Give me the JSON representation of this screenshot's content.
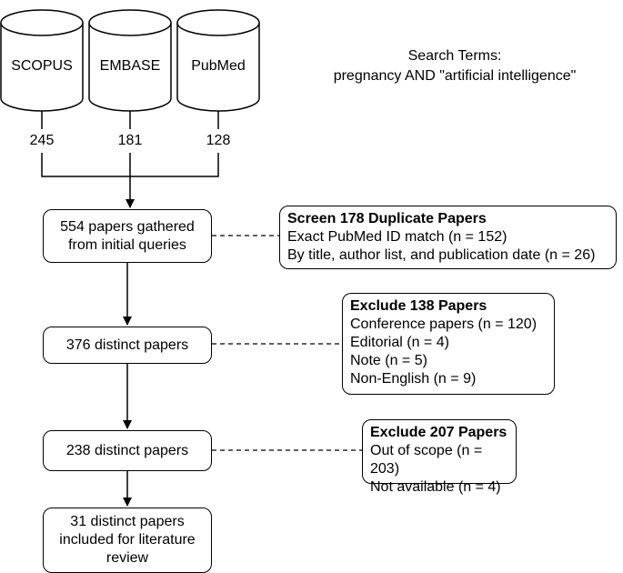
{
  "databases": [
    {
      "name": "SCOPUS",
      "count": "245"
    },
    {
      "name": "EMBASE",
      "count": "181"
    },
    {
      "name": "PubMed",
      "count": "128"
    }
  ],
  "search": {
    "line1": "Search Terms:",
    "line2": "pregnancy AND \"artificial intelligence\""
  },
  "steps": [
    {
      "lines": [
        "554 papers gathered",
        "from initial queries"
      ]
    },
    {
      "lines": [
        "376 distinct papers"
      ]
    },
    {
      "lines": [
        "238 distinct papers"
      ]
    },
    {
      "lines": [
        "31 distinct papers",
        "included for literature",
        "review"
      ]
    }
  ],
  "notes": [
    {
      "header": "Screen 178 Duplicate Papers",
      "items": [
        "Exact PubMed ID match (n = 152)",
        "By title, author list, and publication date (n = 26)"
      ]
    },
    {
      "header": "Exclude 138 Papers",
      "items": [
        "Conference papers (n = 120)",
        "Editorial (n = 4)",
        "Note (n = 5)",
        "Non-English (n = 9)"
      ]
    },
    {
      "header": "Exclude 207 Papers",
      "items": [
        "Out of scope (n = 203)",
        "Not available (n = 4)"
      ]
    }
  ]
}
